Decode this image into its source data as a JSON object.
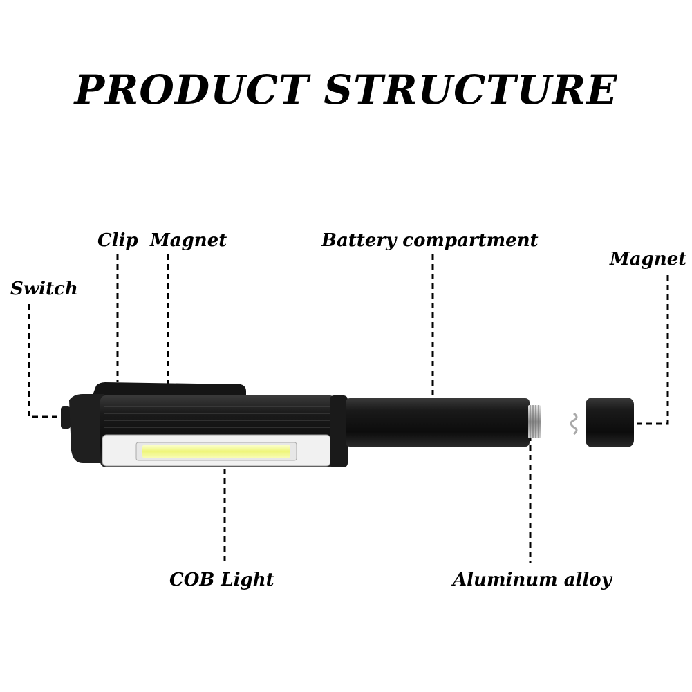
{
  "title": "PRODUCT STRUCTURE",
  "labels": {
    "clip": "Clip",
    "magnet_top": "Magnet",
    "battery": "Battery compartment",
    "magnet_cap": "Magnet",
    "switch": "Switch",
    "cob": "COB Light",
    "aluminum": "Aluminum alloy"
  },
  "colors": {
    "body": "#111111",
    "cob_glow": "#f4f99a",
    "lens": "#f2f2f2",
    "thread": "#b8b8b8"
  }
}
